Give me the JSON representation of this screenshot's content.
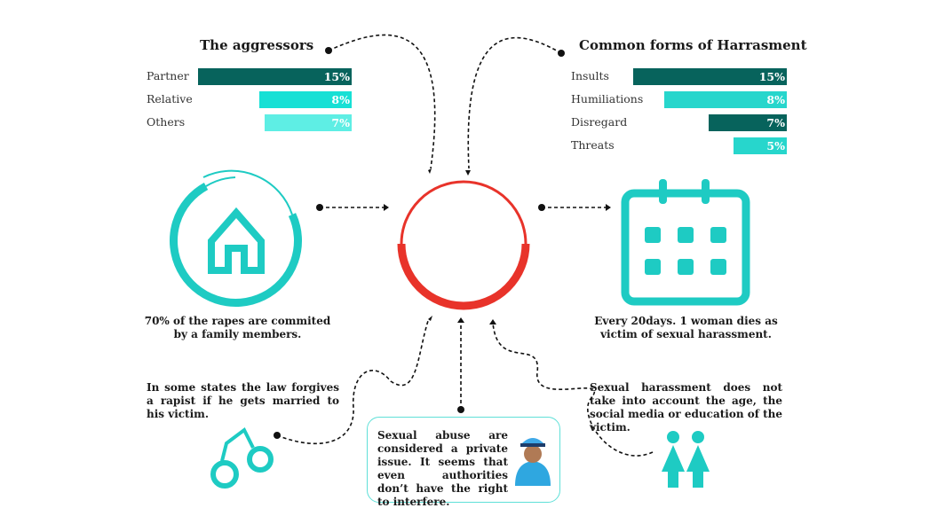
{
  "colors": {
    "dark": "#07635c",
    "teal": "#17e0d5",
    "light": "#5eeee4",
    "teal2": "#27d6cc",
    "red": "#e8332a",
    "icon": "#1ecbc3"
  },
  "chart_data": [
    {
      "type": "bar",
      "title": "The aggressors",
      "categories": [
        "Partner",
        "Relative",
        "Others"
      ],
      "values": [
        15,
        8,
        7
      ],
      "labels": [
        "15%",
        "8%",
        "7%"
      ],
      "unit": "%"
    },
    {
      "type": "bar",
      "title": "Common forms of Harrasment",
      "categories": [
        "Insults",
        "Humiliations",
        "Disregard",
        "Threats"
      ],
      "values": [
        15,
        8,
        7,
        5
      ],
      "labels": [
        "15%",
        "8%",
        "7%",
        "5%"
      ],
      "unit": "%"
    }
  ],
  "facts": {
    "family": "70% of the rapes are commited by a family members.",
    "days": "Every 20days. 1 woman dies as victim of sexual harassment.",
    "law": "In some states the law forgives a rapist if he gets married to his victim.",
    "private": "Sexual abuse are considered a private issue. It seems that even authorities don’t have the right to interfere.",
    "age": "Sexual harassment does not take into account the age, the social media or education of the victim."
  }
}
